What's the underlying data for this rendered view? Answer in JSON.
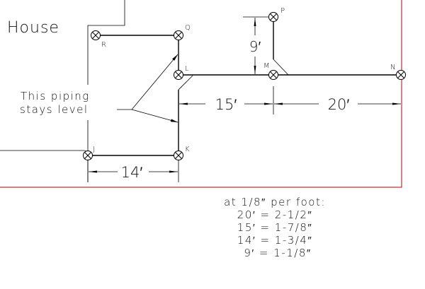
{
  "house_label": "House",
  "leader_note": [
    "This piping",
    "stays level"
  ],
  "points": {
    "R": "R",
    "Q": "Q",
    "L": "L",
    "K": "K",
    "J": "J",
    "M": "M",
    "N": "N",
    "P": "P"
  },
  "dimensions": {
    "d14": "14′",
    "d15": "15′",
    "d20": "20′",
    "d9": "9′"
  },
  "slope_table": {
    "title": "at 1/8″ per foot:",
    "rows": [
      "20′ = 2-1/2″",
      "15′ = 1-7/8″",
      "14′ = 1-3/4″",
      "9′ = 1-1/8″"
    ]
  },
  "colors": {
    "border": "#c0303a",
    "line": "#000000"
  }
}
